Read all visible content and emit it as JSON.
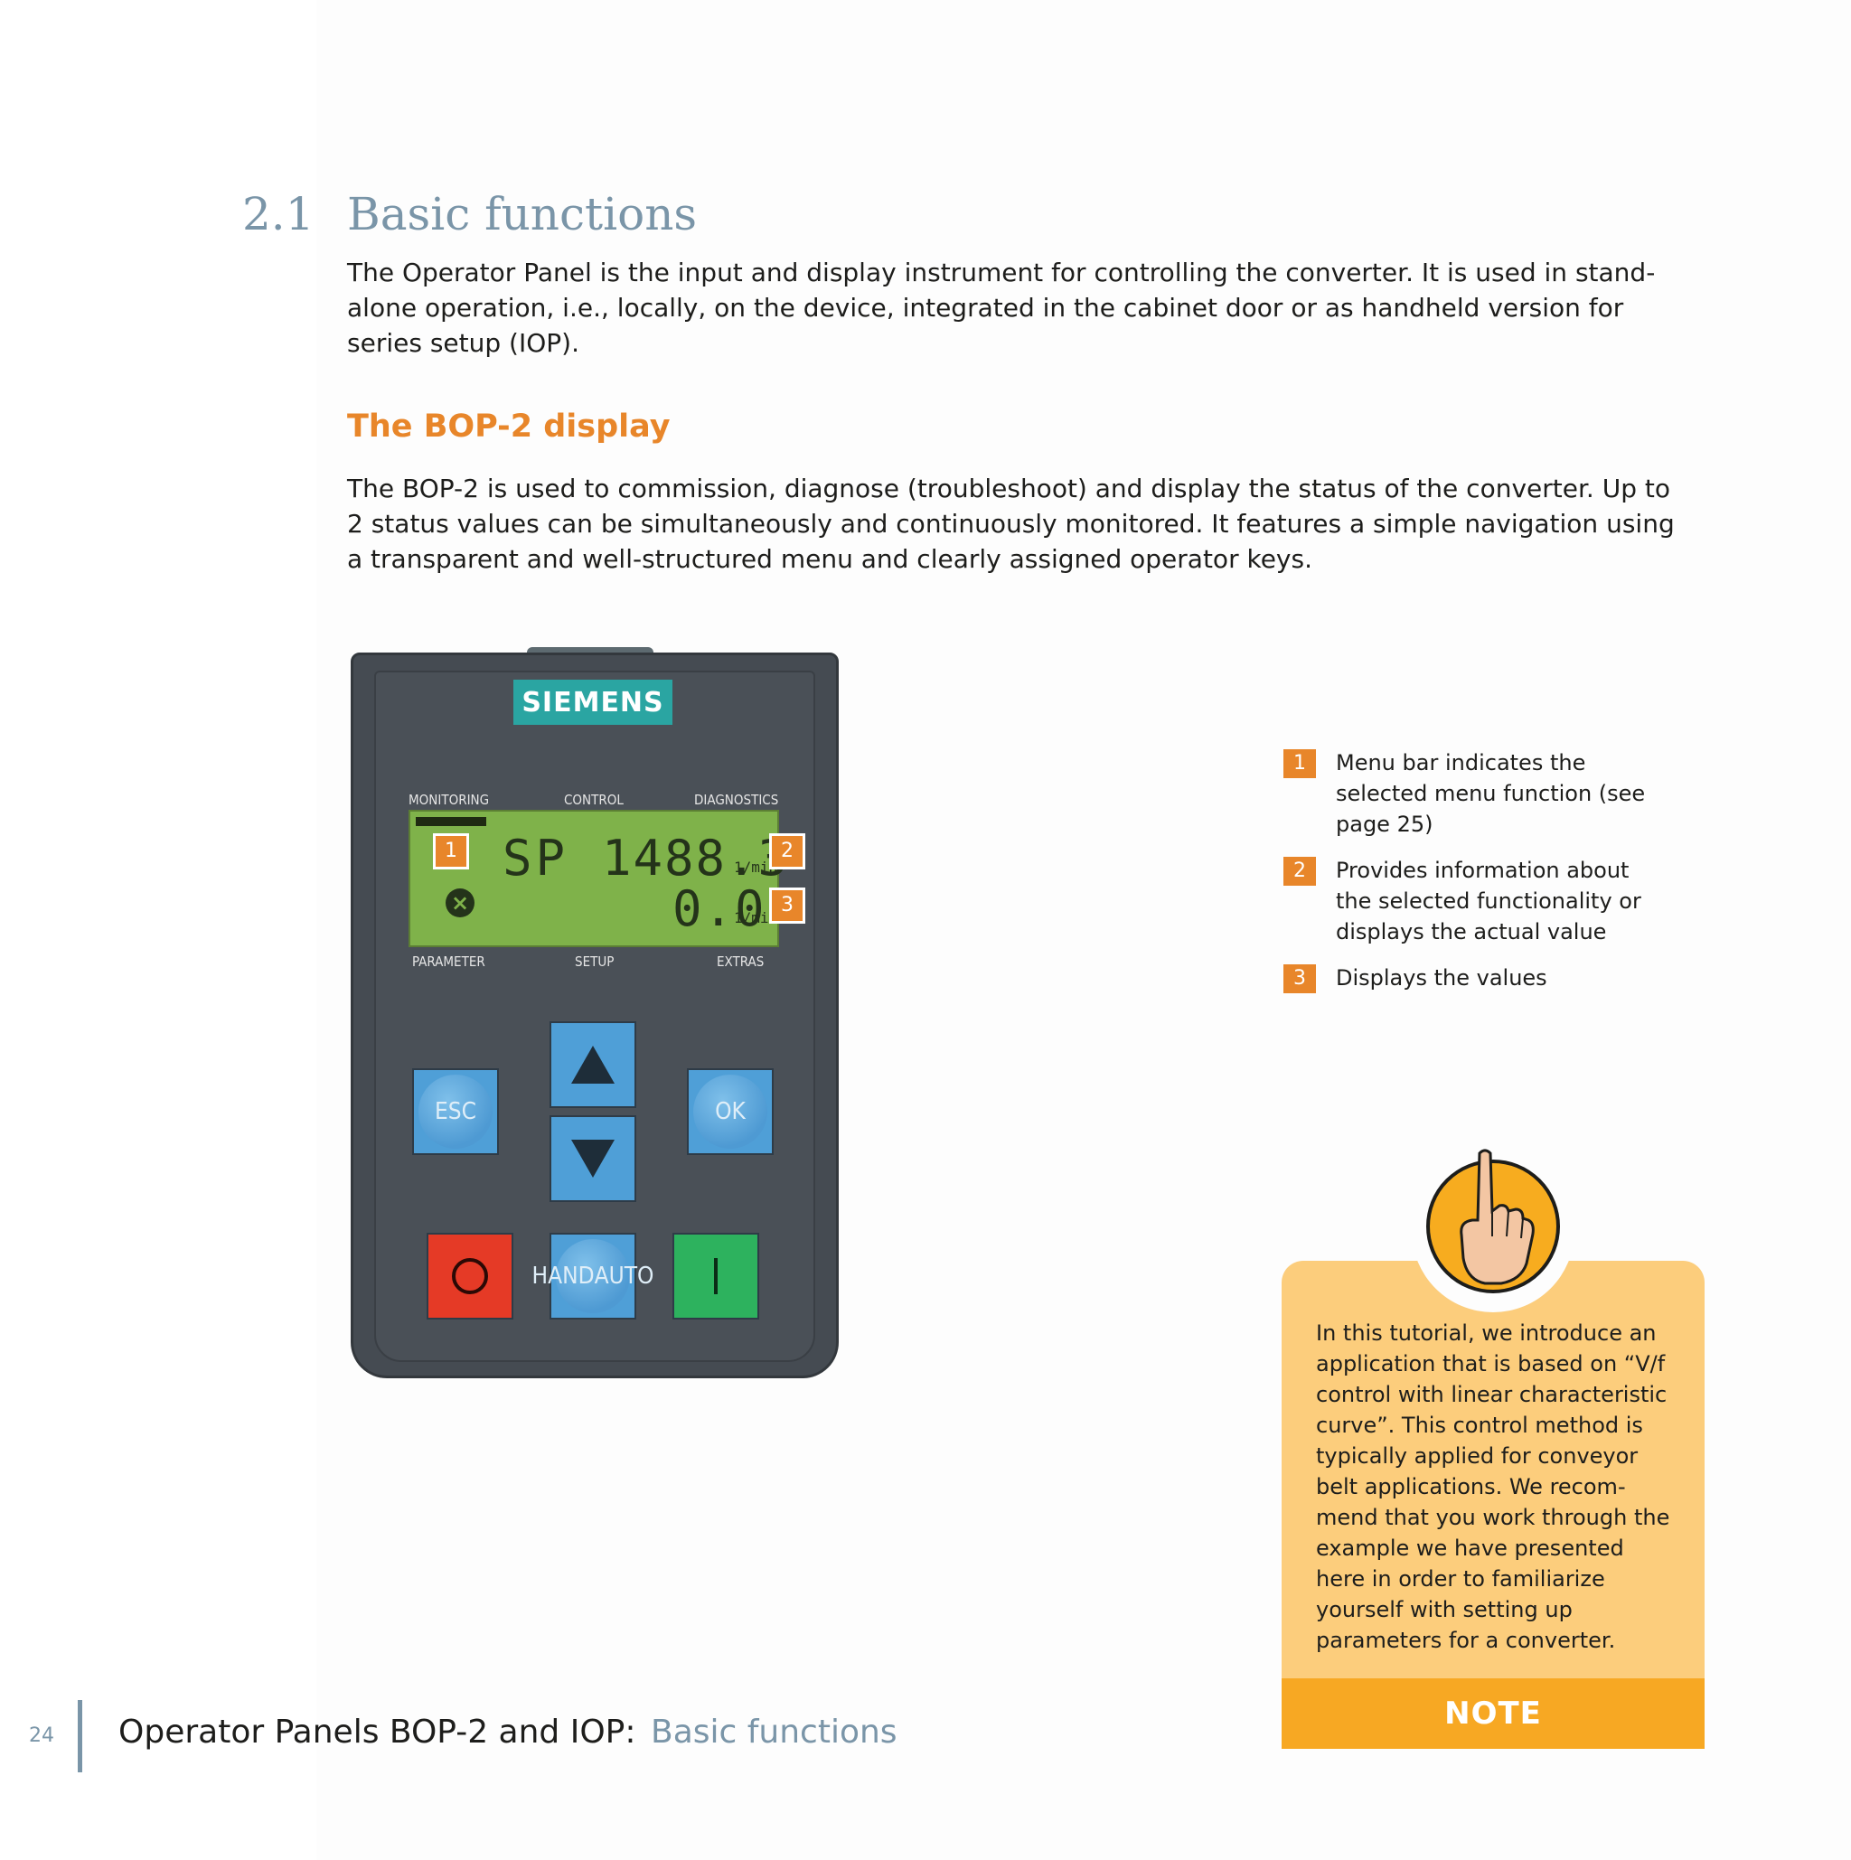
{
  "section": {
    "number": "2.1",
    "title": "Basic functions",
    "intro": "The Operator Panel is the input and display instrument for controlling the converter. It is used in stand-alone operation, i.e., locally, on the device, integrated in the cabinet door or as handheld version for series setup (IOP)."
  },
  "bop2": {
    "heading": "The BOP-2 display",
    "description": "The BOP-2 is used to commission, diagnose (troubleshoot) and display the status of the converter. Up to 2 status values can be simultaneously and continuously monitored. It features a simple navigation using a transparent and well-structured menu and clearly assigned operator keys."
  },
  "device": {
    "brand": "SIEMENS",
    "menu_top": [
      "MONITORING",
      "CONTROL",
      "DIAGNOSTICS"
    ],
    "menu_bottom": [
      "PARAMETER",
      "SETUP",
      "EXTRAS"
    ],
    "display": {
      "mode": "SP",
      "value1": "1488.3",
      "unit1": "1/min",
      "value2": "0.0",
      "unit2": "1/min"
    },
    "callouts": [
      "1",
      "2",
      "3"
    ],
    "keys": {
      "esc": "ESC",
      "ok": "OK",
      "hand": "HAND",
      "auto": "AUTO",
      "on": "I"
    },
    "key_colors": {
      "blue": "#4f9fd7",
      "off": "#e53a26",
      "on": "#2db25e"
    }
  },
  "legend": [
    {
      "num": "1",
      "text": "Menu bar indicates the selected menu function (see page 25)"
    },
    {
      "num": "2",
      "text": "Provides information about the selected functionality or displays the actual value"
    },
    {
      "num": "3",
      "text": "Displays the values"
    }
  ],
  "note": {
    "text": "In this tutorial, we introduce an application that is based on “V/f control with linear characteristic curve”. This control method is typically applied for conveyor belt applications. We recom-mend that you work through the example we have presented here in order to familiarize yourself with setting up parameters for a converter.",
    "label": "NOTE",
    "icon": "pointing-hand-icon"
  },
  "footer": {
    "page": "24",
    "title": "Operator Panels BOP-2 and IOP:",
    "subtitle": "Basic functions"
  },
  "colors": {
    "accent_orange": "#e8862a",
    "heading_grey_blue": "#7a95a8",
    "note_bg": "#fccd7c",
    "note_banner": "#f7a823",
    "siemens_teal": "#2aa5a2",
    "lcd_green": "#7fb24a"
  }
}
